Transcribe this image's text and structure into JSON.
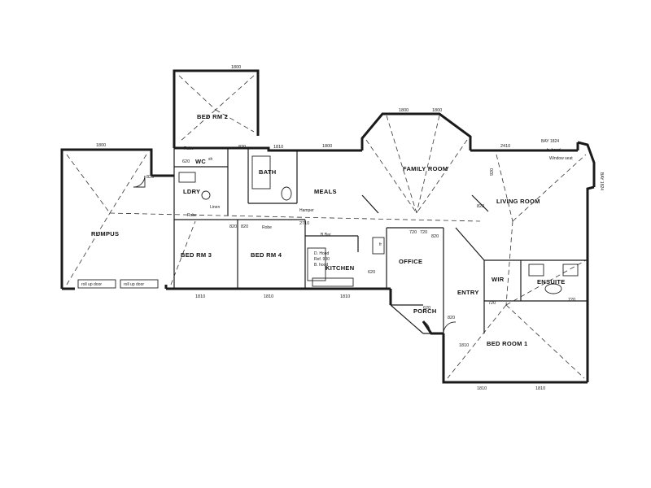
{
  "plan": {
    "rooms": {
      "bed2": "BED RM 2",
      "rumpus": "RUMPUS",
      "bed3": "BED RM 3",
      "bed4": "BED RM 4",
      "meals": "MEALS",
      "family": "FAMILY ROOM",
      "living": "LIVING ROOM",
      "office": "OFFICE",
      "kitchen": "KITCHEN",
      "entry": "ENTRY",
      "porch": "PORCH",
      "bed1": "BED ROOM 1",
      "ensuite": "ENSUITE",
      "bath": "BATH",
      "ldry": "LDRY",
      "wc": "WC",
      "wir": "WIR"
    },
    "labels": {
      "robe_bed2": "Robe",
      "robe_bed3": "Robe",
      "robe_bed4": "Robe",
      "linen": "Linen",
      "hamper": "Hamper",
      "bbar": "B.Bar",
      "roll_door_1": "roll up door",
      "roll_door_2": "roll up door",
      "bay_top": "BAY 1824",
      "bay_side": "BAY 1824",
      "b_hood": "b. hood",
      "window_seat": "Window seat",
      "kitchen_items": [
        "D. Hood",
        "Ref. 900",
        "B. hood"
      ],
      "fr": "fr",
      "sh": "sh"
    },
    "dims": {
      "d1": "820",
      "d2": "820",
      "d3": "820",
      "d4": "820",
      "d5": "720",
      "d6": "720",
      "d7": "720",
      "d8": "720",
      "d9": "820",
      "d10": "820",
      "d11": "620",
      "d12": "820",
      "d13": "920",
      "d14": "2710",
      "d15": "1800",
      "d16": "1800",
      "d17": "1800",
      "d18": "1800",
      "d19": "1800",
      "d20": "2410",
      "d21": "1810",
      "d22": "1810",
      "d23": "1810",
      "d24": "1810",
      "d25": "1810",
      "d26": "620",
      "d27": "1810",
      "d28": "1810",
      "d29": "620"
    }
  }
}
